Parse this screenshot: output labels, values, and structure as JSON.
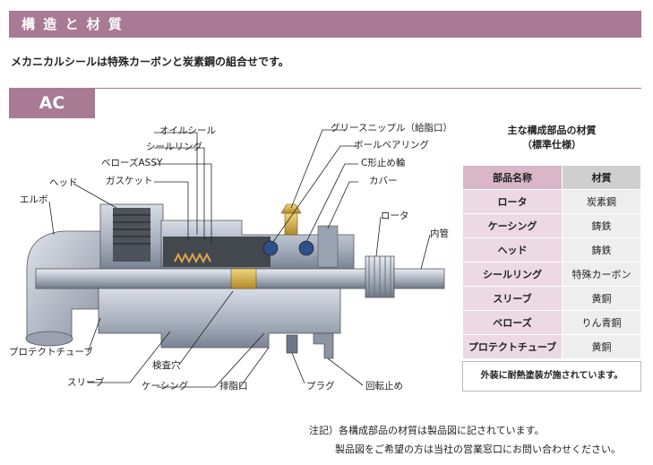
{
  "header": {
    "title": "構 造 と 材 質"
  },
  "intro": {
    "text": "メカニカルシールは特殊カーボンと炭素鋼の組合せです。"
  },
  "section": {
    "tab": "AC"
  },
  "labels": {
    "oil_seal": "オイルシール",
    "seal_ring": "シールリング",
    "bellows": "ベローズASSY",
    "gasket": "ガスケット",
    "head": "ヘッド",
    "elbow": "エルボ",
    "grease_nipple": "グリースニップル（給脂口）",
    "ball_bearing": "ボールベアリング",
    "c_ring": "C形止め輪",
    "cover": "カバー",
    "rotor": "ロータ",
    "inner_tube": "内管",
    "protect_tube": "プロテクトチューブ",
    "sleeve": "スリーブ",
    "inspection_hole": "検査穴",
    "casing": "ケーシング",
    "drain": "排脂口",
    "plug": "プラグ",
    "anti_rotation": "回転止め"
  },
  "table": {
    "title_line1": "主な構成部品の材質",
    "title_line2": "（標準仕様）",
    "col1": "部品名称",
    "col2": "材質",
    "rows": [
      {
        "part": "ロータ",
        "material": "炭素鋼"
      },
      {
        "part": "ケーシング",
        "material": "鋳鉄"
      },
      {
        "part": "ヘッド",
        "material": "鋳鉄"
      },
      {
        "part": "シールリング",
        "material": "特殊カーボン"
      },
      {
        "part": "スリーブ",
        "material": "黄銅"
      },
      {
        "part": "ベローズ",
        "material": "りん青銅"
      },
      {
        "part": "プロテクトチューブ",
        "material": "黄銅"
      }
    ]
  },
  "note": {
    "text": "外装に耐熱塗装が施されています。"
  },
  "footnote": {
    "line1": "注記）各構成部品の材質は製品図に記されています。",
    "line2": "製品図をご希望の方は当社の営業窓口にお問い合わせください。"
  }
}
